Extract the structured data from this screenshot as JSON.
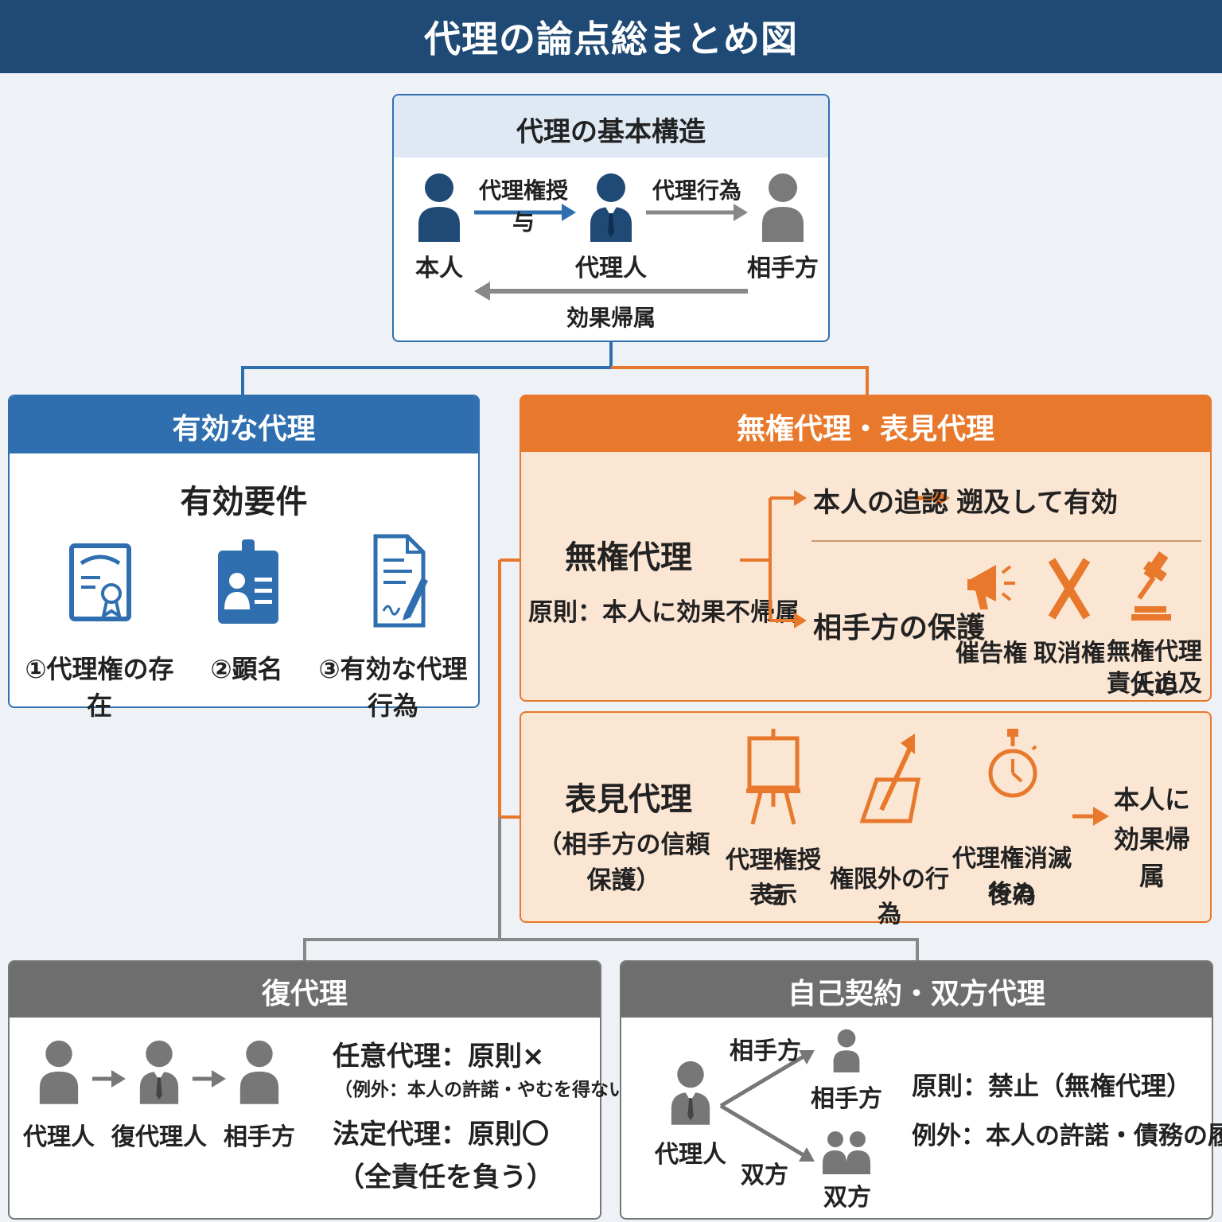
{
  "title": "代理の論点総まとめ図",
  "colors": {
    "navy": "#1f4a75",
    "blue": "#2f6fb0",
    "orange": "#e8782b",
    "orange_light": "#fbe6d4",
    "gray": "#777777",
    "gray_dark": "#6e6e6e"
  },
  "basic": {
    "title": "代理の基本構造",
    "principal": "本人",
    "agent": "代理人",
    "counterparty": "相手方",
    "arrow_grant": "代理権授与",
    "arrow_act": "代理行為",
    "arrow_effect": "効果帰属"
  },
  "valid": {
    "header": "有効な代理",
    "subtitle": "有効要件",
    "items": [
      {
        "label": "①代理権の存在",
        "icon": "certificate-icon"
      },
      {
        "label": "②顕名",
        "icon": "id-card-icon"
      },
      {
        "label": "③有効な代理行為",
        "icon": "document-sign-icon"
      }
    ]
  },
  "unauth": {
    "header": "無権代理・表見代理",
    "title": "無権代理",
    "principle": "原則：本人に効果不帰属",
    "ratify": "本人の追認",
    "ratify_result": "遡及して有効",
    "protect": "相手方の保護",
    "rights": [
      {
        "label": "催告権",
        "icon": "megaphone-icon"
      },
      {
        "label": "取消権",
        "icon": "cross-icon"
      },
      {
        "label_lines": [
          "無権代理人の",
          "責任追及"
        ],
        "icon": "gavel-icon"
      }
    ]
  },
  "apparent": {
    "title": "表見代理",
    "subtitle": "（相手方の信頼保護）",
    "types": [
      {
        "label_lines": [
          "代理権授与",
          "表示"
        ],
        "icon": "easel-icon"
      },
      {
        "label_lines": [
          "権限外の行為"
        ],
        "icon": "overreach-icon"
      },
      {
        "label_lines": [
          "代理権消滅後の",
          "行為"
        ],
        "icon": "stopwatch-icon"
      }
    ],
    "result_lines": [
      "本人に",
      "効果帰属"
    ]
  },
  "sub": {
    "header": "復代理",
    "p1": "代理人",
    "p2": "復代理人",
    "p3": "相手方",
    "voluntary": "任意代理：原則×",
    "voluntary_exception": "（例外：本人の許諾・やむを得ない事由）",
    "statutory": "法定代理：原則〇",
    "statutory_note": "（全責任を負う）"
  },
  "self": {
    "header": "自己契約・双方代理",
    "agent": "代理人",
    "edge_counterparty": "相手方",
    "node_counterparty": "相手方",
    "edge_both": "双方",
    "node_both": "双方",
    "principle": "原則：禁止（無権代理）",
    "exception": "例外：本人の許諾・債務の履行"
  }
}
